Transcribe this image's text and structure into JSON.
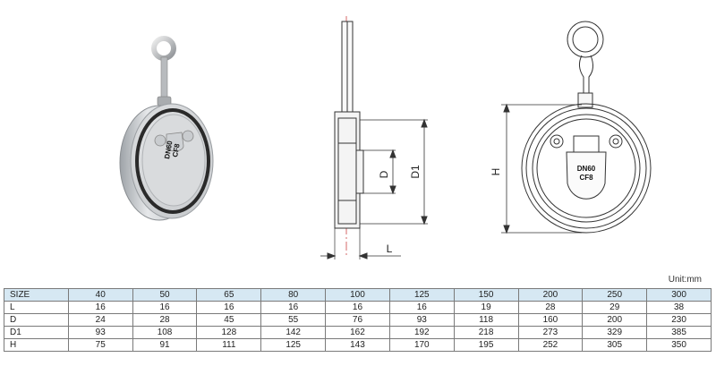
{
  "drawing": {
    "side_view_labels": {
      "d": "D",
      "d1": "D1",
      "l": "L"
    },
    "front_view_labels": {
      "h": "H",
      "stamp_line1": "DN60",
      "stamp_line2": "CF8"
    },
    "photo_stamp_line1": "DN60",
    "photo_stamp_line2": "CF8"
  },
  "unit_label": "Unit:mm",
  "table": {
    "header": [
      "SIZE",
      "40",
      "50",
      "65",
      "80",
      "100",
      "125",
      "150",
      "200",
      "250",
      "300"
    ],
    "rows": [
      [
        "L",
        "16",
        "16",
        "16",
        "16",
        "16",
        "16",
        "19",
        "28",
        "29",
        "38"
      ],
      [
        "D",
        "24",
        "28",
        "45",
        "55",
        "76",
        "93",
        "118",
        "160",
        "200",
        "230"
      ],
      [
        "D1",
        "93",
        "108",
        "128",
        "142",
        "162",
        "192",
        "218",
        "273",
        "329",
        "385"
      ],
      [
        "H",
        "75",
        "91",
        "111",
        "125",
        "143",
        "170",
        "195",
        "252",
        "305",
        "350"
      ]
    ]
  }
}
